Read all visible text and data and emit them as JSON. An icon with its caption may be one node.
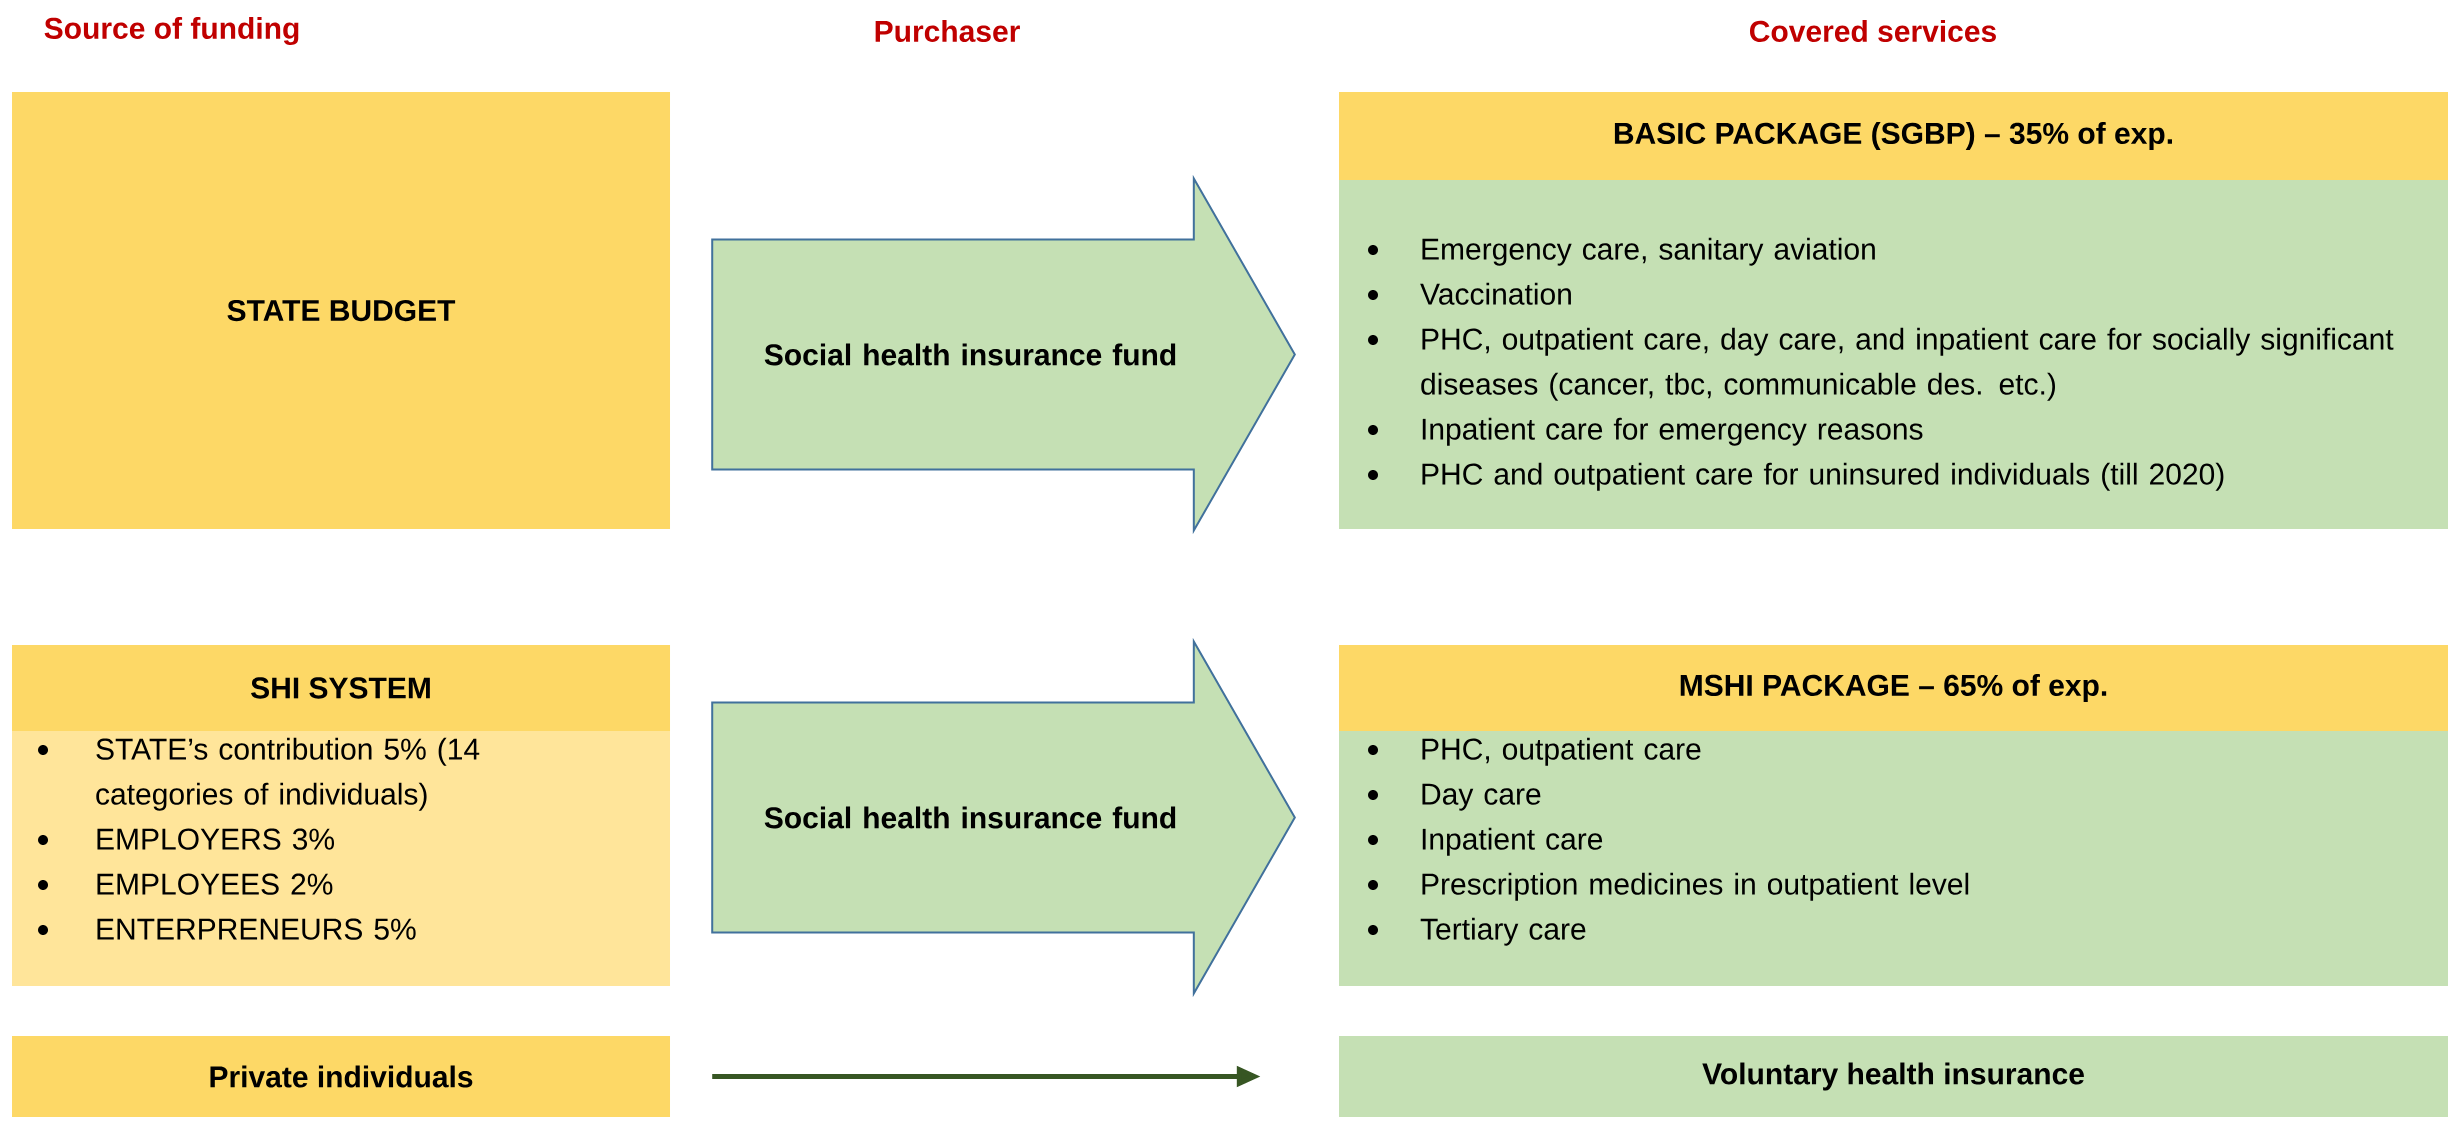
{
  "diagram": {
    "nodes": [
      {
        "text": [
          "STATE BUDGET"
        ]
      },
      {
        "text": [
          "BASIC PACKAGE (SGBP) – 35% of exp.",
          "Emergency care, sanitary aviation",
          "Vaccination",
          "PHC, outpatient care, day care, and inpatient care for socially significant diseases (cancer, tbc, communicable des. etc.)",
          "Inpatient care for emergency reasons",
          "PHC and outpatient care for uninsured individuals  (till 2020)"
        ]
      },
      {
        "text": [
          "SHI SYSTEM",
          "STATE’s contribution 5% (14 categories of individuals)",
          "EMPLOYERS 3%",
          "EMPLOYEES 2%",
          "ENTERPRENEURS 5%"
        ]
      },
      {
        "text": [
          "MSHI PACKAGE – 65% of exp.",
          "PHC, outpatient care",
          "Day care",
          "Inpatient care",
          "Prescription medicines in outpatient level",
          "Tertiary care"
        ]
      },
      {
        "text": [
          "Private individuals"
        ]
      },
      {
        "text": [
          "Voluntary health insurance"
        ]
      }
    ],
    "edges": [
      {
        "from": 0,
        "to": 1,
        "arrow": "to",
        "label": "Social health insurance fund"
      },
      {
        "from": 2,
        "to": 3,
        "arrow": "to",
        "label": "Social health insurance fund"
      },
      {
        "from": 4,
        "to": 5,
        "arrow": "to",
        "color": "#375623"
      }
    ],
    "labels": [
      "Source of funding",
      "Purchaser",
      "Covered services"
    ]
  }
}
